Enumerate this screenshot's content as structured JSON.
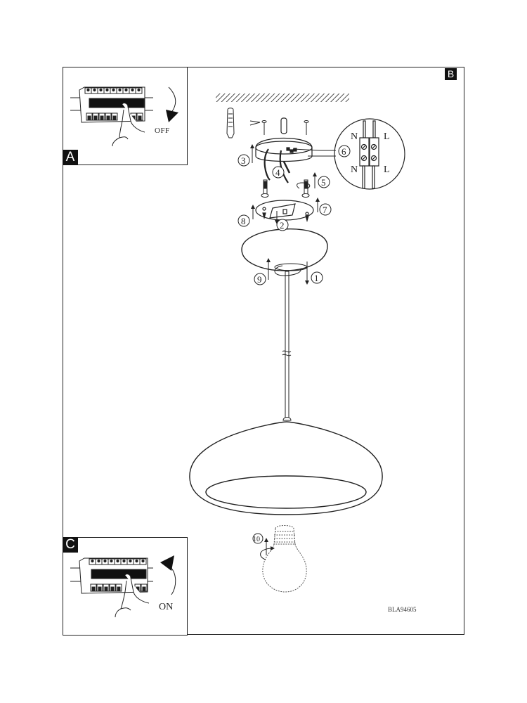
{
  "document": {
    "type": "installation-instruction-sheet",
    "product_code": "BLA94605"
  },
  "panels": {
    "a": {
      "tag": "A",
      "caption": "OFF",
      "icon": "circuit-breaker-off"
    },
    "b": {
      "tag": "B",
      "icon": "pendant-lamp-assembly"
    },
    "c": {
      "tag": "C",
      "caption": "ON",
      "icon": "circuit-breaker-on"
    }
  },
  "steps": [
    {
      "number": "1",
      "label": "①"
    },
    {
      "number": "2",
      "label": "②"
    },
    {
      "number": "3",
      "label": "③"
    },
    {
      "number": "4",
      "label": "④"
    },
    {
      "number": "5",
      "label": "⑤"
    },
    {
      "number": "6",
      "label": "⑥"
    },
    {
      "number": "7",
      "label": "⑦"
    },
    {
      "number": "8",
      "label": "⑧"
    },
    {
      "number": "9",
      "label": "⑨"
    },
    {
      "number": "10",
      "label": "⑩"
    }
  ],
  "wiring_detail": {
    "top_left": "N",
    "top_right": "L",
    "bottom_left": "N",
    "bottom_right": "L"
  },
  "colors": {
    "ink": "#222222",
    "tag_background": "#111111",
    "tag_text": "#ffffff",
    "paper": "#ffffff"
  }
}
